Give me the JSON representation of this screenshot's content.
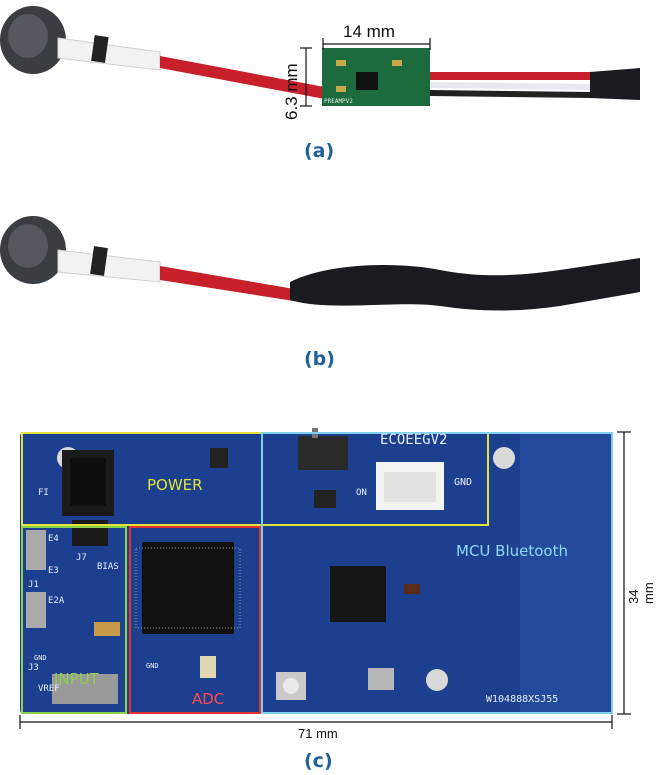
{
  "panel_a": {
    "label": "(a)",
    "width_dim": "14 mm",
    "height_dim": "6.3 mm",
    "board_text": "PREAMPV2"
  },
  "panel_b": {
    "label": "(b)"
  },
  "panel_c": {
    "label": "(c)",
    "width_dim": "71 mm",
    "height_dim": "34 mm",
    "board_name": "ECOEEGV2",
    "serial": "W104888XSJ55",
    "regions": {
      "power": "POWER",
      "input": "INPUT",
      "adc": "ADC",
      "mcu": "MCU Bluetooth"
    },
    "silk": {
      "gnd_right": "GND",
      "on": "ON",
      "bias": "BIAS",
      "j7": "J7",
      "j1": "J1",
      "j3": "J3",
      "e4": "E4",
      "e3": "E3",
      "e2": "E2A",
      "vref": "VREF",
      "gnd_left": "GND",
      "gnd_adc": "GND",
      "fi": "FI"
    }
  },
  "colors": {
    "power_box": "#e2e23a",
    "input_box": "#8bd34a",
    "adc_box": "#e23232",
    "mcu_box": "#7fd0ee",
    "pcb_blue": "#1d3f8f",
    "label_blue": "#1f5f9a"
  }
}
